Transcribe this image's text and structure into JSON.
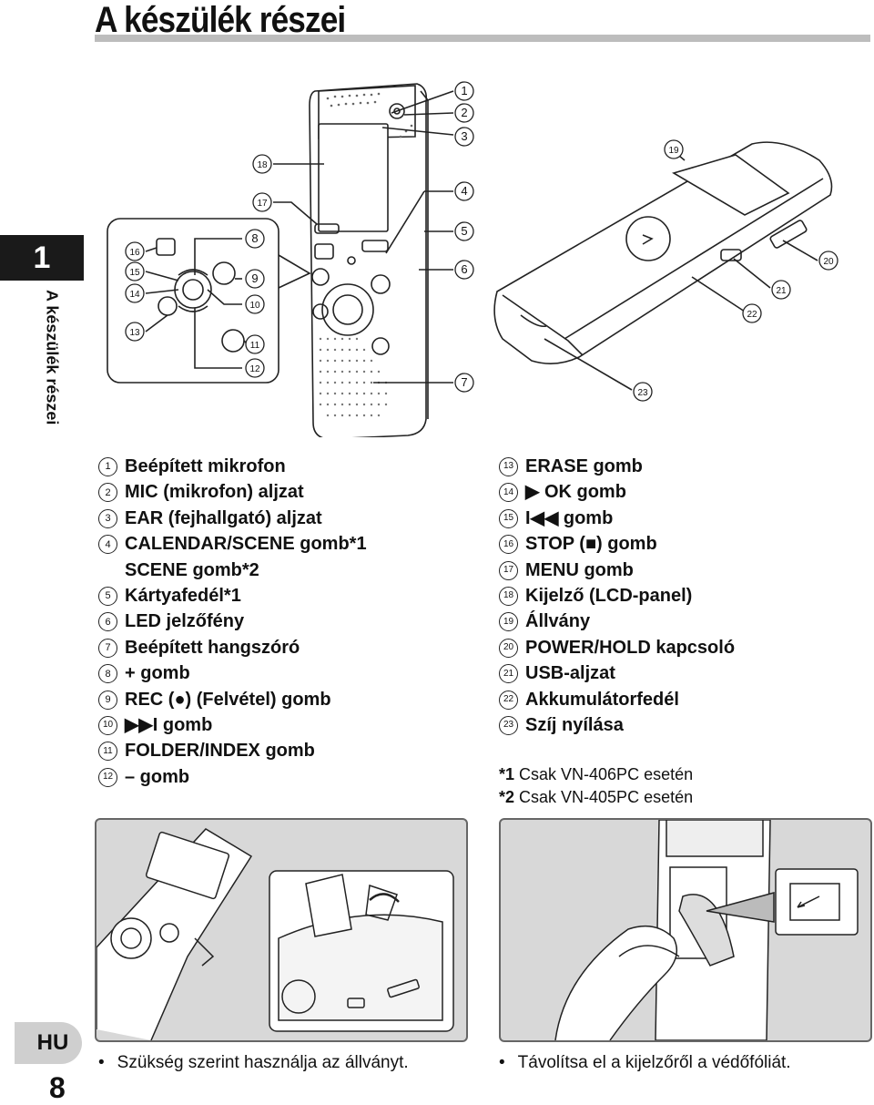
{
  "page": {
    "title": "A készülék részei",
    "chapter_num": "1",
    "side_title": "A készülék részei",
    "lang": "HU",
    "page_number": "8"
  },
  "callouts": [
    "1",
    "2",
    "3",
    "4",
    "5",
    "6",
    "7",
    "8",
    "9",
    "10",
    "11",
    "12",
    "13",
    "14",
    "15",
    "16",
    "17",
    "18",
    "19",
    "20",
    "21",
    "22",
    "23"
  ],
  "parts_left": [
    {
      "num": "1",
      "label": "Beépített mikrofon"
    },
    {
      "num": "2",
      "label": "MIC (mikrofon) aljzat"
    },
    {
      "num": "3",
      "label": "EAR (fejhallgató) aljzat"
    },
    {
      "num": "4",
      "label": "CALENDAR/SCENE gomb*1"
    },
    {
      "num": "",
      "label": "SCENE gomb*2"
    },
    {
      "num": "5",
      "label": "Kártyafedél*1"
    },
    {
      "num": "6",
      "label": "LED jelzőfény"
    },
    {
      "num": "7",
      "label": "Beépített hangszóró"
    },
    {
      "num": "8",
      "label": "+ gomb"
    },
    {
      "num": "9",
      "label": "REC (●) (Felvétel) gomb"
    },
    {
      "num": "10",
      "label": "▶▶I gomb"
    },
    {
      "num": "11",
      "label": "FOLDER/INDEX gomb"
    },
    {
      "num": "12",
      "label": "– gomb"
    }
  ],
  "parts_right": [
    {
      "num": "13",
      "label": "ERASE gomb"
    },
    {
      "num": "14",
      "label": "▶ OK gomb"
    },
    {
      "num": "15",
      "label": "I◀◀ gomb"
    },
    {
      "num": "16",
      "label": "STOP (■) gomb"
    },
    {
      "num": "17",
      "label": "MENU gomb"
    },
    {
      "num": "18",
      "label": "Kijelző (LCD-panel)"
    },
    {
      "num": "19",
      "label": "Állvány"
    },
    {
      "num": "20",
      "label": "POWER/HOLD kapcsoló"
    },
    {
      "num": "21",
      "label": "USB-aljzat"
    },
    {
      "num": "22",
      "label": "Akkumulátorfedél"
    },
    {
      "num": "23",
      "label": "Szíj nyílása"
    }
  ],
  "notes": [
    {
      "mark": "*1",
      "text": " Csak VN-406PC esetén"
    },
    {
      "mark": "*2",
      "text": " Csak VN-405PC esetén"
    }
  ],
  "captions": {
    "left": "Szükség szerint használja az állványt.",
    "right": "Távolítsa el a kijelzőről a védőfóliát.",
    "bullet": "•"
  }
}
